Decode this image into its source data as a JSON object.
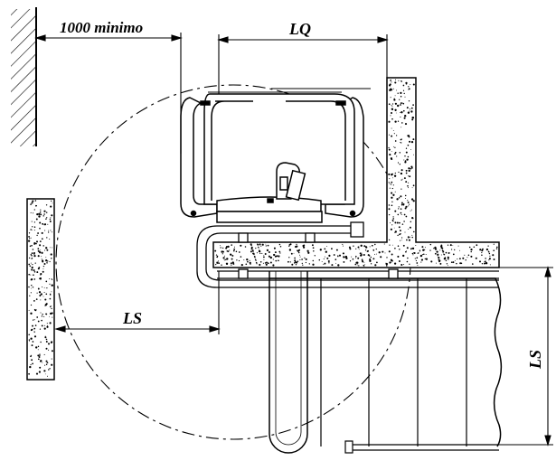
{
  "labels": {
    "min_clearance": "1000 minimo",
    "lq": "LQ",
    "ls_horizontal": "LS",
    "ls_vertical": "LS"
  },
  "colors": {
    "ink": "#000000",
    "background": "#ffffff",
    "concrete_speck": "#000000"
  }
}
